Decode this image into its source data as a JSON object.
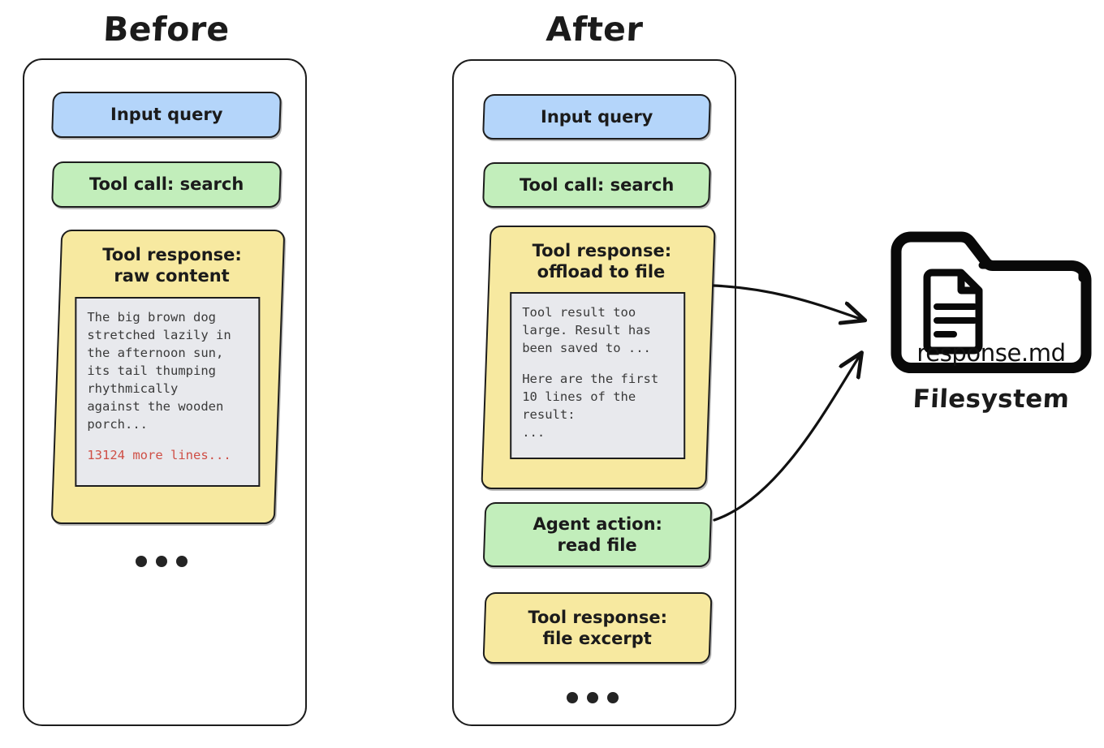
{
  "diagram": {
    "columns": [
      {
        "id": "before",
        "title": "Before",
        "blocks": [
          {
            "name": "input-query",
            "color": "blue",
            "label": "Input query"
          },
          {
            "name": "tool-call",
            "color": "green",
            "label": "Tool call: search"
          },
          {
            "name": "tool-response",
            "color": "yellow",
            "label_line1": "Tool response:",
            "label_line2": "raw content",
            "code": "The big brown dog\nstretched lazily in\nthe afternoon sun,\nits tail thumping\nrhythmically\nagainst the wooden\nporch...",
            "code_more": "13124 more lines..."
          }
        ],
        "ellipsis": "..."
      },
      {
        "id": "after",
        "title": "After",
        "blocks": [
          {
            "name": "input-query",
            "color": "blue",
            "label": "Input query"
          },
          {
            "name": "tool-call",
            "color": "green",
            "label": "Tool call: search"
          },
          {
            "name": "tool-response-offload",
            "color": "yellow",
            "label_line1": "Tool response:",
            "label_line2": "offload to file",
            "code_part1": "Tool result too\nlarge. Result has\nbeen saved to ...",
            "code_part2": "Here are the first\n10 lines of the\nresult:\n..."
          },
          {
            "name": "agent-action",
            "color": "green",
            "label_line1": "Agent action:",
            "label_line2": "read file"
          },
          {
            "name": "tool-response-excerpt",
            "color": "yellow",
            "label_line1": "Tool response:",
            "label_line2": "file excerpt"
          }
        ],
        "ellipsis": "..."
      }
    ],
    "filesystem": {
      "icon_name": "folder-with-document-icon",
      "file_name": "response.md",
      "label": "Filesystem"
    },
    "arrows": [
      {
        "name": "arrow-offload-to-filesystem",
        "from": "tool-response-offload",
        "to": "filesystem"
      },
      {
        "name": "arrow-read-file-from-filesystem",
        "from": "agent-action",
        "to": "filesystem"
      }
    ],
    "colors": {
      "blue": "#b4d5fa",
      "green": "#c2eebb",
      "yellow": "#f7e9a0",
      "code_bg": "#e8e9ed",
      "accent_red": "#cf4f46",
      "stroke": "#1d1d1d",
      "background": "#ffffff"
    }
  }
}
